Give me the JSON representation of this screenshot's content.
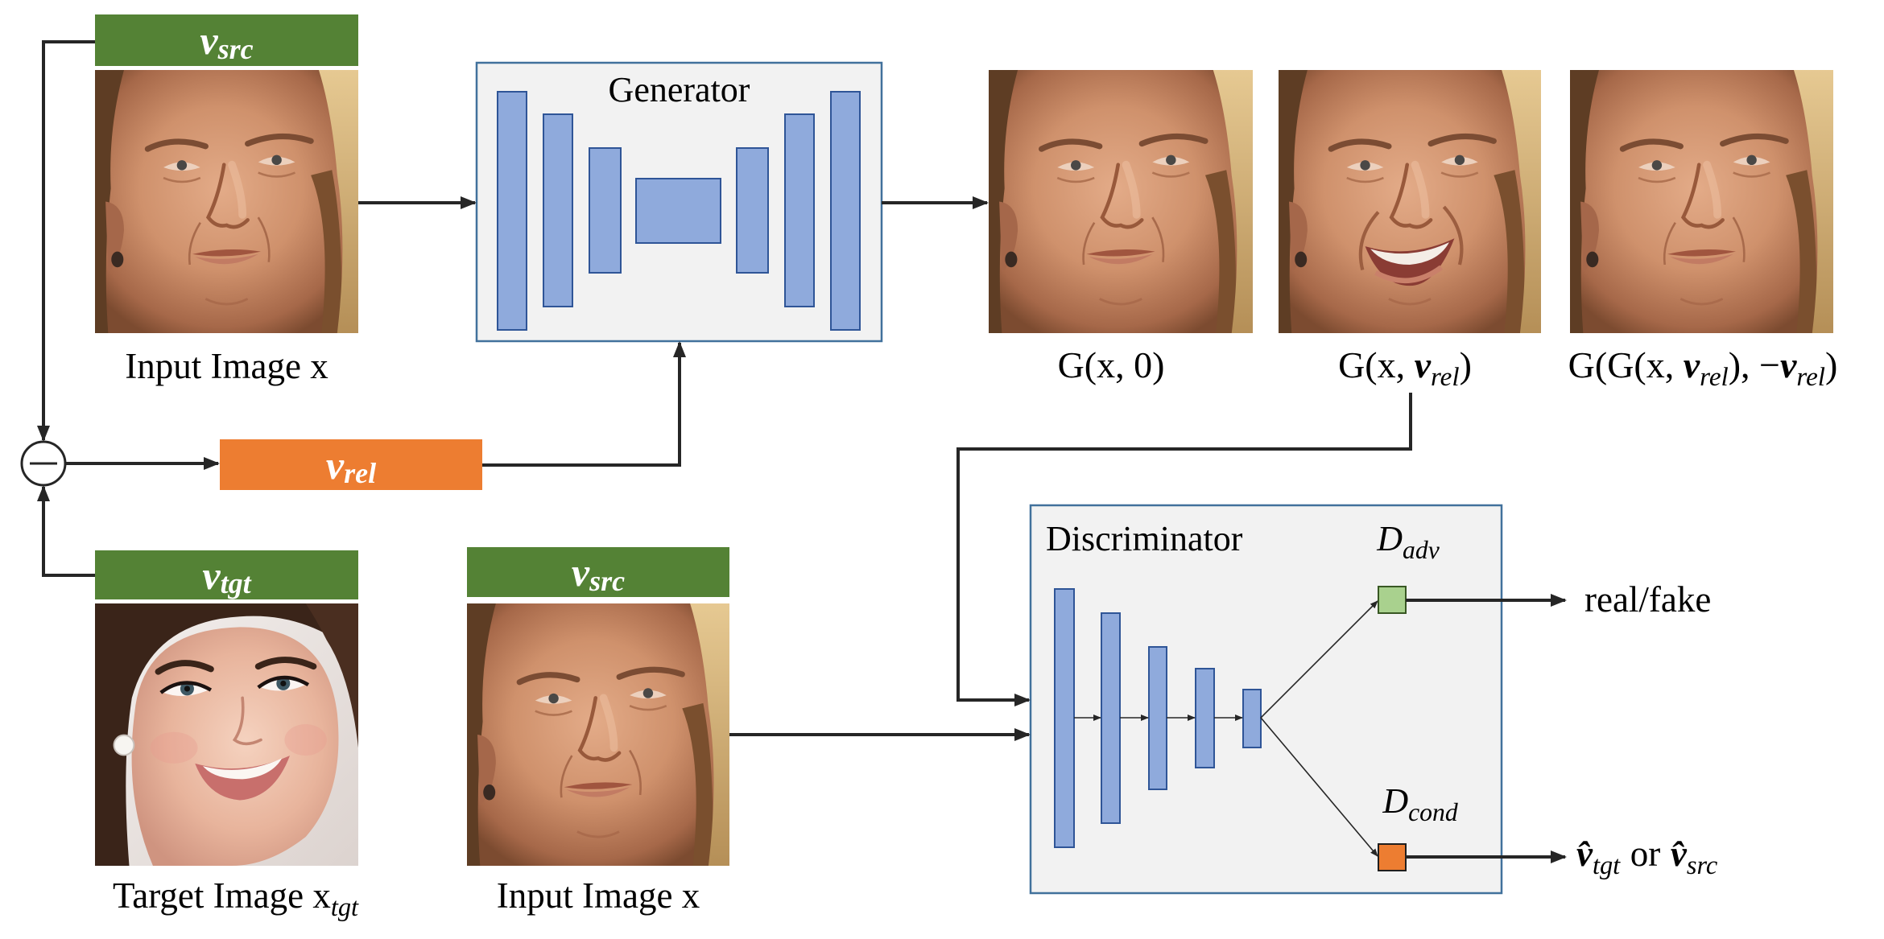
{
  "vectors": {
    "src_top": {
      "symbol": "v",
      "subscript": "src"
    },
    "rel": {
      "symbol": "v",
      "subscript": "rel"
    },
    "tgt": {
      "symbol": "v",
      "subscript": "tgt"
    },
    "src_bottom": {
      "symbol": "v",
      "subscript": "src"
    }
  },
  "inputs": {
    "top_caption": "Input Image x",
    "target_caption": {
      "text": "Target Image x",
      "subscript": "tgt"
    },
    "bottom_caption": "Input Image x"
  },
  "generator": {
    "title": "Generator"
  },
  "outputs": {
    "identity": {
      "text": "G(x, 0)"
    },
    "edited": {
      "prefix": "G(x, ",
      "symbol": "v",
      "subscript": "rel",
      "suffix": ")"
    },
    "cycle": {
      "prefix": "G(G(x, ",
      "symbol": "v",
      "subscript": "rel",
      "middle": "), −",
      "symbol2": "v",
      "subscript2": "rel",
      "suffix": ")"
    }
  },
  "discriminator": {
    "title": "Discriminator",
    "adv": {
      "symbol": "D",
      "subscript": "adv",
      "output": "real/fake"
    },
    "cond": {
      "symbol": "D",
      "subscript": "cond",
      "output_symbol": "v̂",
      "output_subscript": "tgt",
      "output_joiner": "or",
      "output_symbol2": "v̂",
      "output_subscript2": "src"
    }
  },
  "colors": {
    "vector_green": "#548235",
    "vector_orange": "#ed7d31",
    "layer_blue": "#8faadc",
    "layer_border": "#2f5597",
    "module_fill": "#f2f2f2",
    "module_border": "#41719c",
    "adv_head_green": "#a9d18e",
    "arrow": "#262626"
  }
}
